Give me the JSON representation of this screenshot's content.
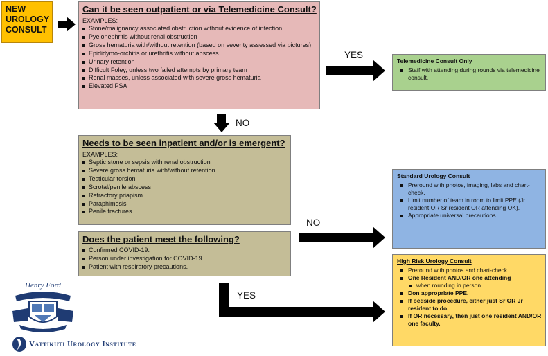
{
  "start": {
    "lines": [
      "NEW",
      "UROLOGY",
      "CONSULT"
    ]
  },
  "q1": {
    "title": "Can it be seen outpatient or via Telemedicine Consult?",
    "examples_label": "EXAMPLES:",
    "items": [
      "Stone/malignancy associated obstruction without evidence of infection",
      "Pyelonephritis without renal obstruction",
      "Gross hematuria with/without retention (based on severity assessed via pictures)",
      "Epididymo-orchitis or urethritis without abscess",
      "Urinary retention",
      "Difficult Foley, unless two failed attempts by primary team",
      "Renal masses, unless associated with severe gross hematuria",
      "Elevated PSA"
    ]
  },
  "q2": {
    "title": "Needs to be seen inpatient and/or is emergent?",
    "examples_label": "EXAMPLES:",
    "items": [
      "Septic stone or sepsis with renal obstruction",
      "Severe gross hematuria with/without retention",
      "Testicular torsion",
      "Scrotal/penile abscess",
      "Refractory priapism",
      "Paraphimosis",
      "Penile fractures"
    ]
  },
  "q3": {
    "title": "Does the patient meet the  following?",
    "items": [
      "Confirmed COVID-19.",
      "Person under investigation for COVID-19.",
      "Patient with respiratory precautions."
    ]
  },
  "r1": {
    "title": "Telemedicine Consult Only",
    "items": [
      "Staff with attending during rounds via telemedicine consult."
    ]
  },
  "r2": {
    "title": "Standard Urology Consult",
    "items": [
      "Preround with photos, imaging, labs and chart-check.",
      "Limit number of team in room to limit PPE (Jr resident OR Sr resident OR attending OK).",
      "Appropriate universal precautions."
    ]
  },
  "r3": {
    "title": "High Risk Urology Consult",
    "item_1": "Preround with photos and chart-check.",
    "item_2": "One Resident AND/OR one attending",
    "sub_item": "when rounding in person.",
    "item_3": "Don appropriate PPE.",
    "item_4": "If bedside procedure, either just Sr OR Jr resident to do.",
    "item_5": "If OR necessary, then just one resident AND/OR one faculty."
  },
  "labels": {
    "yes_top": "YES",
    "no_middle": "NO",
    "no_right": "NO",
    "yes_bottom": "YES"
  },
  "footer": {
    "logo_text": "Henry Ford",
    "institute": "Vattikuti Urology Institute"
  },
  "colors": {
    "start": "#ffc000",
    "q1": "#e6b9b8",
    "q2_q3": "#c4bd97",
    "telemedicine": "#a9d18e",
    "standard": "#8fb4e3",
    "high_risk": "#ffd966"
  }
}
